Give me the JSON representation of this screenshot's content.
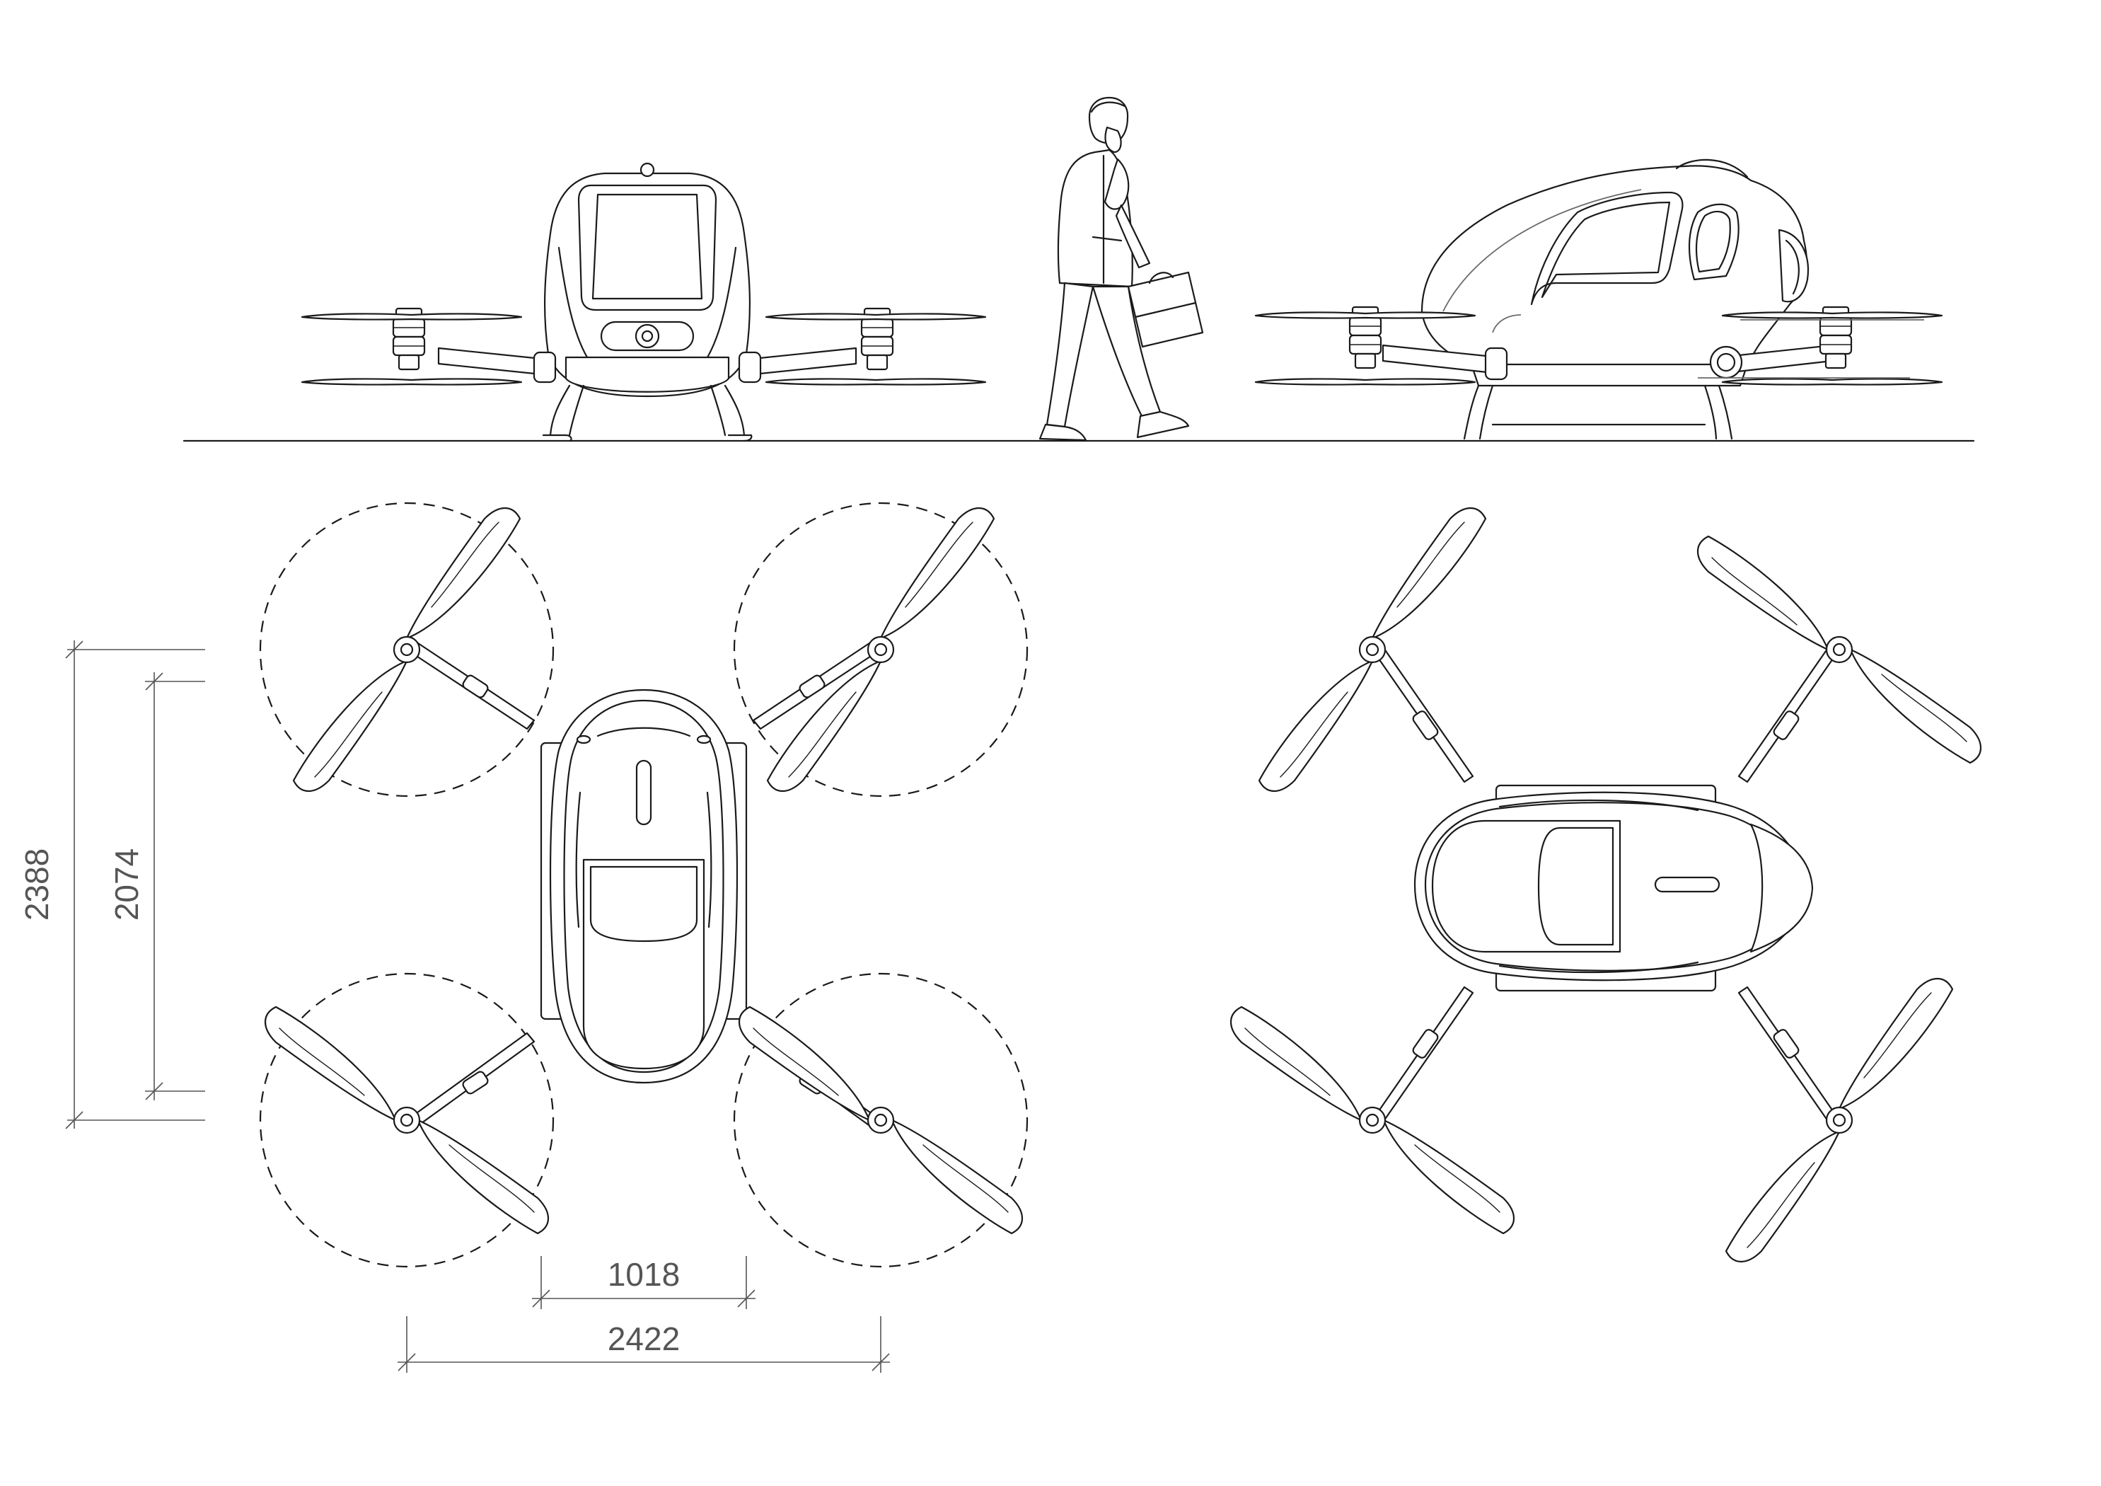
{
  "dimensions": {
    "overall_length": "2388",
    "body_length": "2074",
    "body_width": "1018",
    "overall_width": "2422"
  },
  "colors": {
    "line": "#1a1a1a",
    "dimension": "#555555",
    "background": "#ffffff"
  }
}
